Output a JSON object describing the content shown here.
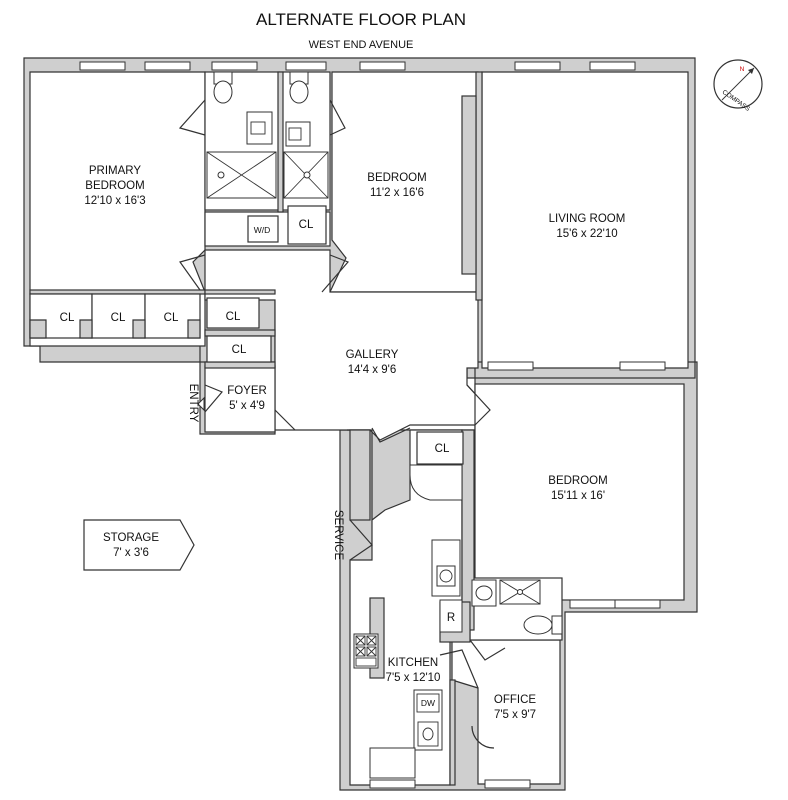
{
  "header": {
    "title": "ALTERNATE FLOOR PLAN",
    "street": "WEST END AVENUE"
  },
  "compass": {
    "label": "COMPASS",
    "north": "N"
  },
  "rooms": {
    "primary_bedroom": {
      "name_line1": "PRIMARY",
      "name_line2": "BEDROOM",
      "dims": "12'10 x 16'3"
    },
    "bedroom_north": {
      "name": "BEDROOM",
      "dims": "11'2 x 16'6"
    },
    "living_room": {
      "name": "LIVING ROOM",
      "dims": "15'6 x 22'10"
    },
    "gallery": {
      "name": "GALLERY",
      "dims": "14'4 x 9'6"
    },
    "foyer": {
      "name": "FOYER",
      "dims": "5' x 4'9"
    },
    "bedroom_south": {
      "name": "BEDROOM",
      "dims": "15'11 x 16'"
    },
    "storage": {
      "name": "STORAGE",
      "dims": "7' x 3'6"
    },
    "kitchen": {
      "name": "KITCHEN",
      "dims": "7'5 x 12'10"
    },
    "office": {
      "name": "OFFICE",
      "dims": "7'5 x 9'7"
    }
  },
  "closets": {
    "label": "CL"
  },
  "fixtures": {
    "washer_dryer": "W/D",
    "dishwasher": "DW",
    "refrigerator": "R"
  },
  "entrances": {
    "entry": "ENTRY",
    "service": "SERVICE"
  }
}
